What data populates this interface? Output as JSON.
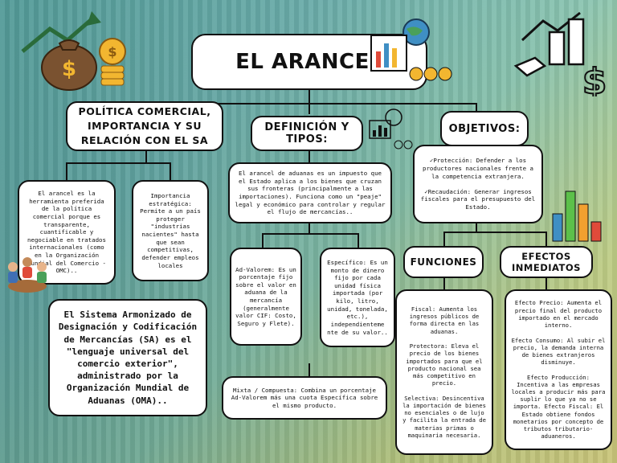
{
  "title": "EL ARANCEL",
  "sections": {
    "politica": {
      "header": "POLÍTICA COMERCIAL, IMPORTANCIA Y SU RELACIÓN CON EL SA",
      "box1": "El arancel es la herramienta preferida de la política comercial porque es transparente, cuantificable y negociable en tratados internacionales (como en la Organización Mundial del Comercio - OMC)..",
      "box2": "Importancia estratégica: Permite a un país proteger \"industrias nacientes\" hasta que sean competitivas, defender empleos locales",
      "box3": "El Sistema Armonizado de Designación y Codificación de Mercancías (SA) es el \"lenguaje universal del comercio exterior\", administrado por la Organización Mundial de Aduanas (OMA).."
    },
    "definicion": {
      "header": "DEFINICIÓN Y TIPOS:",
      "main": "El arancel de aduanas es un impuesto que el Estado aplica a los bienes que cruzan sus fronteras (principalmente a las importaciones). Funciona como un \"peaje\" legal y económico para controlar y regular el flujo de mercancías..",
      "advalorem": "Ad-Valorem: Es un porcentaje fijo sobre el valor en aduana de la mercancía (generalmente valor CIF: Costo, Seguro y Flete).",
      "especifico": "Específico: Es un monto de dinero fijo por cada unidad física importada (por kilo, litro, unidad, tonelada, etc.), independienteme nte de su valor..",
      "mixta": "Mixta / Compuesta: Combina un porcentaje Ad-Valorem más una cuota Específica sobre el mismo producto."
    },
    "objetivos": {
      "header": "OBJETIVOS:",
      "main": "✓Protección: Defender a los productores nacionales frente a la competencia extranjera.\n\n✓Recaudación: Generar ingresos fiscales para el presupuesto del Estado.",
      "funciones_header": "FUNCIONES",
      "funciones": "Fiscal: Aumenta los ingresos públicos de forma directa en las aduanas.\n\nProtectora: Eleva el precio de los bienes importados para que el producto nacional sea más competitivo en precio.\n\nSelectiva: Desincentiva la importación de bienes no esenciales o de lujo y facilita la entrada de materias primas o maquinaria necesaria.",
      "efectos_header": "EFECTOS INMEDIATOS",
      "efectos": "Efecto Precio: Aumenta el precio final del producto importado en el mercado interno.\n\nEfecto Consumo: Al subir el precio, la demanda interna de bienes extranjeros disminuye.\n\nEfecto Producción: Incentiva a las empresas locales a producir más para suplir lo que ya no se importa. Efecto Fiscal: El Estado obtiene fondos monetarios por concepto de tributos tributario-aduaneros."
    }
  },
  "colors": {
    "background": "#5aa3a0",
    "card": "#ffffff",
    "border": "#111111",
    "bag": "#7a5230",
    "coin": "#f2b630"
  },
  "icons": [
    "money-bag-icon",
    "chart-icon",
    "globe-chart-icon",
    "bar-growth-icon",
    "bar-chart-color-icon",
    "people-meeting-icon"
  ]
}
